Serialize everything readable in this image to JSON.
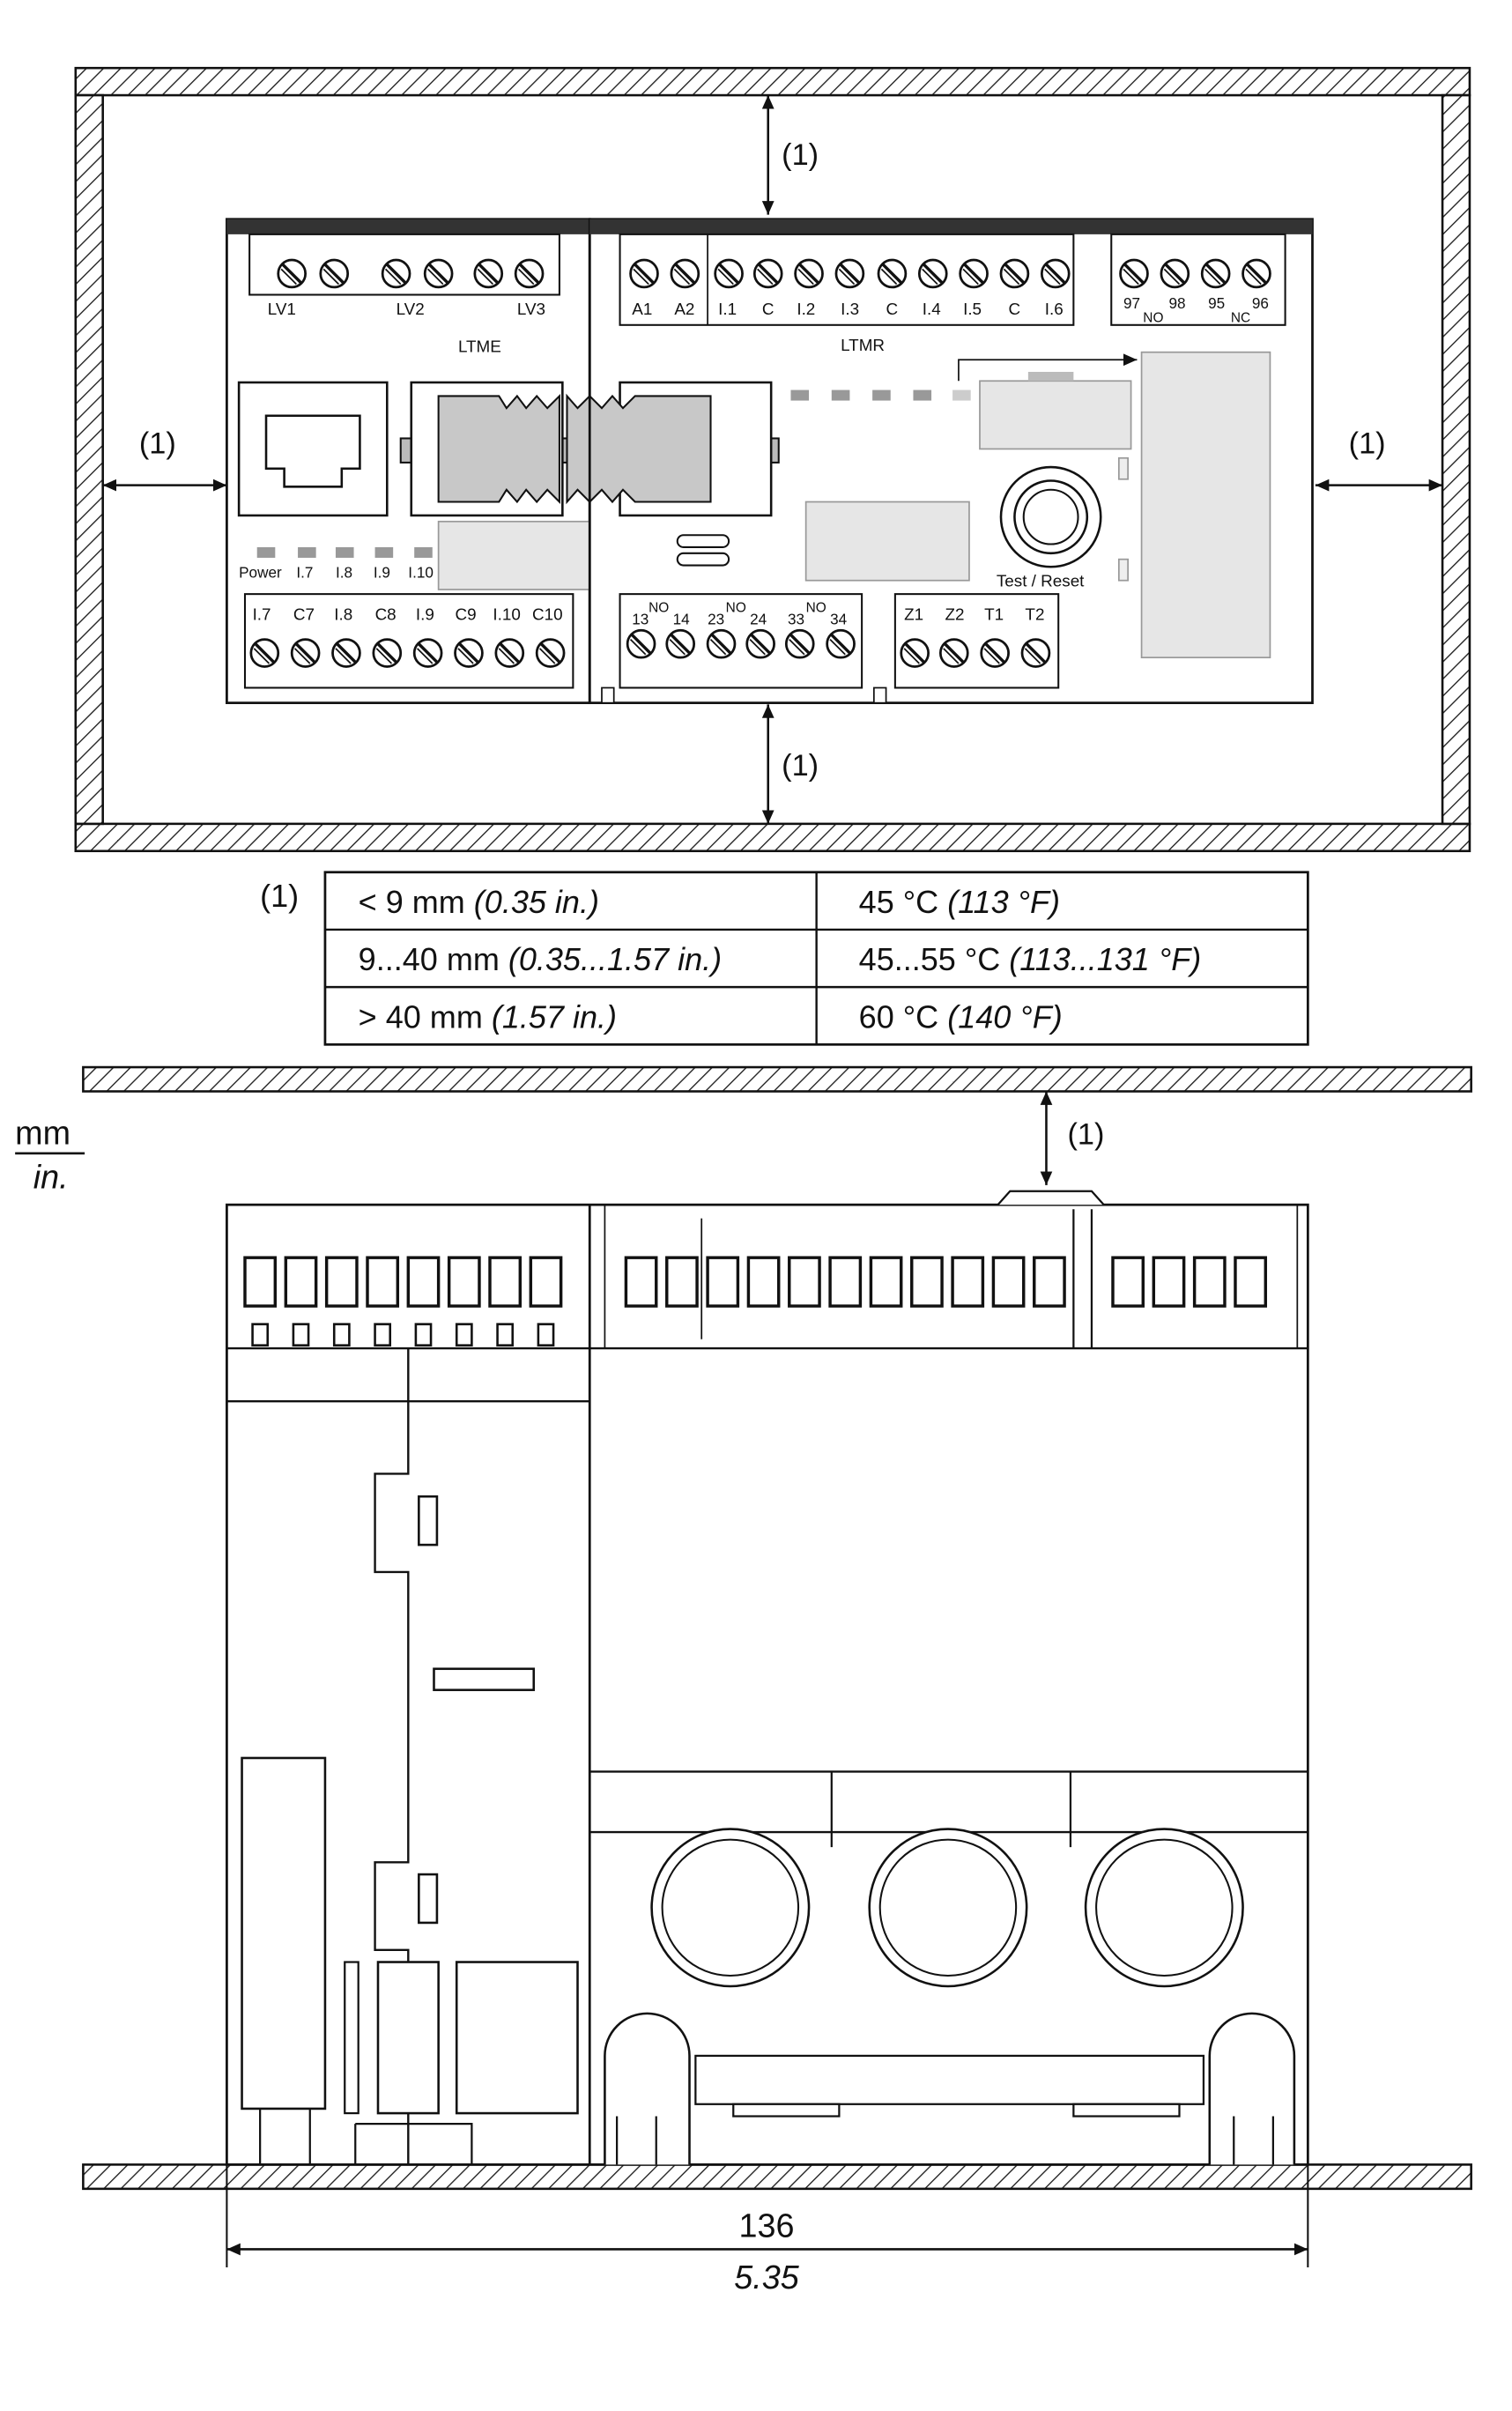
{
  "note_marker": "(1)",
  "ltme": {
    "title": "LTME",
    "top_terminals": [
      "LV1",
      "LV2",
      "LV3"
    ],
    "bottom_terminals": [
      "I.7",
      "C7",
      "I.8",
      "C8",
      "I.9",
      "C9",
      "I.10",
      "C10"
    ],
    "leds": [
      "Power",
      "I.7",
      "I.8",
      "I.9",
      "I.10"
    ]
  },
  "ltmr": {
    "title": "LTMR",
    "top_terminals": [
      "A1",
      "A2",
      "I.1",
      "C",
      "I.2",
      "I.3",
      "C",
      "I.4",
      "I.5",
      "C",
      "I.6"
    ],
    "relay_labels": [
      "97",
      "NO",
      "98",
      "95",
      "NC",
      "96"
    ],
    "bottom_terminals_left": [
      "13",
      "NO",
      "14",
      "23",
      "NO",
      "24",
      "33",
      "NO",
      "34"
    ],
    "bottom_terminals_right": [
      "Z1",
      "Z2",
      "T1",
      "T2"
    ],
    "button_label": "Test / Reset"
  },
  "clearance_table": {
    "rows": [
      {
        "distance": "< 9 mm",
        "distance_in": "(0.35 in.)",
        "temp": "45 °C",
        "temp_f": "(113 °F)"
      },
      {
        "distance": "9...40 mm",
        "distance_in": "(0.35...1.57 in.)",
        "temp": "45...55 °C",
        "temp_f": "(113...131 °F)"
      },
      {
        "distance": "> 40 mm",
        "distance_in": "(1.57 in.)",
        "temp": "60 °C",
        "temp_f": "(140 °F)"
      }
    ]
  },
  "units": {
    "metric": "mm",
    "imperial": "in."
  },
  "dimension": {
    "value_mm": "136",
    "value_in": "5.35"
  }
}
